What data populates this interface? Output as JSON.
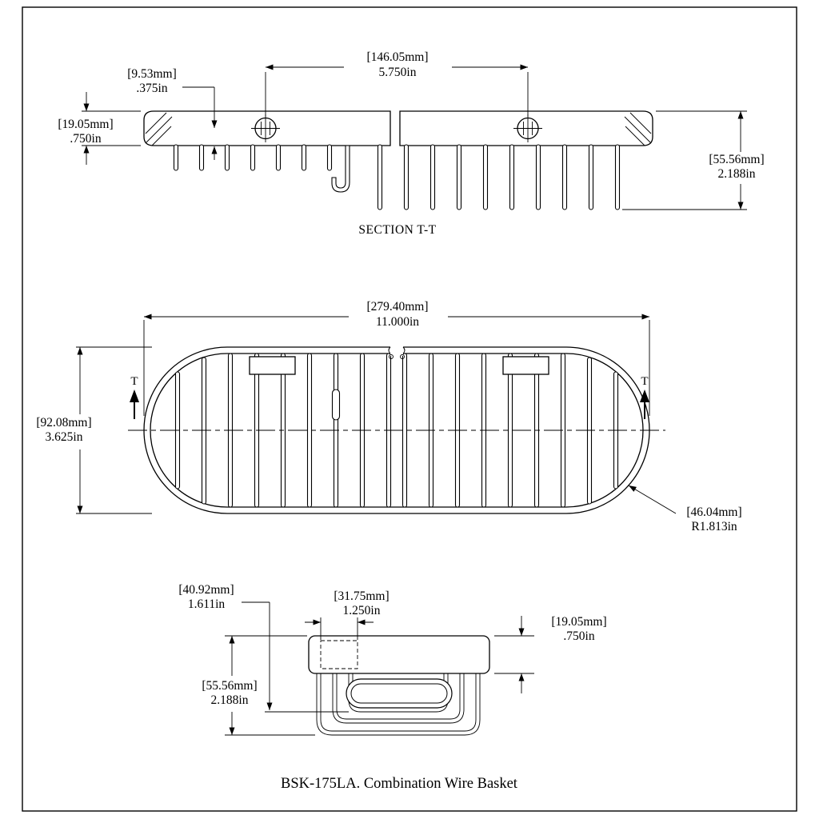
{
  "drawing": {
    "caption": "BSK-175LA. Combination Wire Basket"
  },
  "section_view": {
    "label": "SECTION T-T",
    "dim_wire_offset_mm": "[9.53mm]",
    "dim_wire_offset_in": ".375in",
    "dim_screw_spacing_mm": "[146.05mm]",
    "dim_screw_spacing_in": "5.750in",
    "dim_rim_height_mm": "[19.05mm]",
    "dim_rim_height_in": ".750in",
    "dim_basket_depth_mm": "[55.56mm]",
    "dim_basket_depth_in": "2.188in"
  },
  "plan_view": {
    "section_marker_left": "T",
    "section_marker_right": "T",
    "dim_length_mm": "[279.40mm]",
    "dim_length_in": "11.000in",
    "dim_width_mm": "[92.08mm]",
    "dim_width_in": "3.625in",
    "dim_corner_radius_mm": "[46.04mm]",
    "dim_corner_radius_in": "R1.813in"
  },
  "end_view": {
    "dim_overall_depth_mm": "[40.92mm]",
    "dim_overall_depth_in": "1.611in",
    "dim_bracket_width_mm": "[31.75mm]",
    "dim_bracket_width_in": "1.250in",
    "dim_rim_height_mm": "[19.05mm]",
    "dim_rim_height_in": ".750in",
    "dim_total_height_mm": "[55.56mm]",
    "dim_total_height_in": "2.188in"
  }
}
